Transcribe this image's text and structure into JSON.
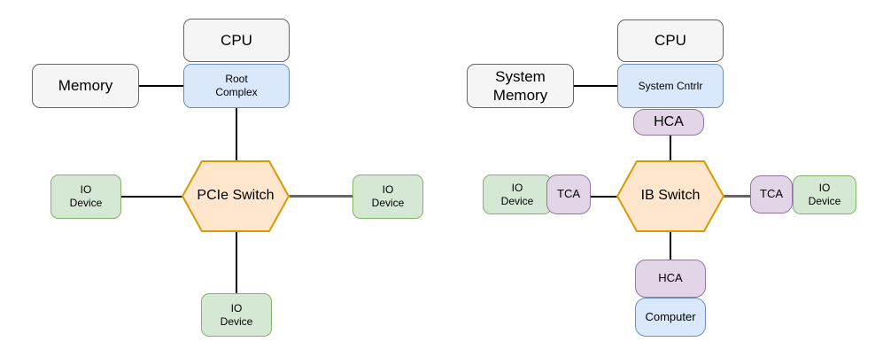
{
  "title": "PCIe vs InfiniBand topology diagram",
  "palette": {
    "background": "#ffffff",
    "gray_fill": "#f5f5f5",
    "gray_stroke": "#666666",
    "blue_fill": "#dae8fc",
    "blue_stroke": "#6c8ebf",
    "green_fill": "#d5e8d4",
    "green_stroke": "#82b366",
    "orange_fill": "#ffe6cc",
    "orange_stroke": "#d79b00",
    "purple_fill": "#e1d5e7",
    "purple_stroke": "#9673a6",
    "edge_default": "#000000",
    "edge_gray": "#666666"
  },
  "diagram_left": {
    "cpu": "CPU",
    "memory": "Memory",
    "root_complex": [
      "Root",
      "Complex"
    ],
    "pcie_switch": [
      "PCIe",
      "Switch"
    ],
    "io_device_left": [
      "IO",
      "Device"
    ],
    "io_device_right": [
      "IO",
      "Device"
    ],
    "io_device_bottom": [
      "IO",
      "Device"
    ],
    "edges": [
      "memory to root complex",
      "root complex to pcie switch",
      "pcie switch to left io device",
      "pcie switch to right io device (gray)",
      "pcie switch to bottom io device"
    ]
  },
  "diagram_right": {
    "cpu": "CPU",
    "system_memory": [
      "System",
      "Memory"
    ],
    "system_cntrlr": "System Cntrlr",
    "hca_top": "HCA",
    "ib_switch": [
      "IB",
      "Switch"
    ],
    "io_device_left": [
      "IO",
      "Device"
    ],
    "tca_left": "TCA",
    "tca_right": "TCA",
    "io_device_right": [
      "IO",
      "Device"
    ],
    "hca_bottom": "HCA",
    "computer": "Computer",
    "edges": [
      "system memory to system cntrlr",
      "hca to ib switch",
      "ib switch to left tca",
      "ib switch to right tca (gray)",
      "ib switch to bottom hca"
    ]
  }
}
